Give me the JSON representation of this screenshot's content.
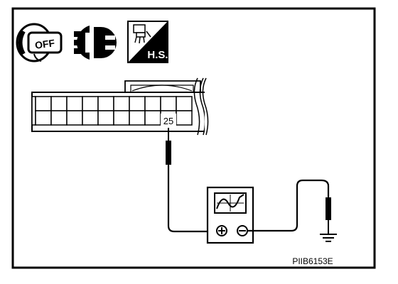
{
  "icons": {
    "ignition": {
      "icon": "ignition-key-icon",
      "position_label": "OFF"
    },
    "connector": {
      "icon": "connector-disconnected-icon"
    },
    "harness_side": {
      "icon": "harness-side-icon",
      "label": "H.S."
    }
  },
  "connector": {
    "terminal_label": "25",
    "rows": 2,
    "columns": 10
  },
  "meter": {
    "icon": "oscilloscope-icon",
    "positive_symbol": "⊕",
    "negative_symbol": "⊖"
  },
  "ground": {
    "icon": "ground-icon"
  },
  "figure_id": "PIIB6153E",
  "colors": {
    "line": "#000000",
    "background": "#ffffff"
  }
}
